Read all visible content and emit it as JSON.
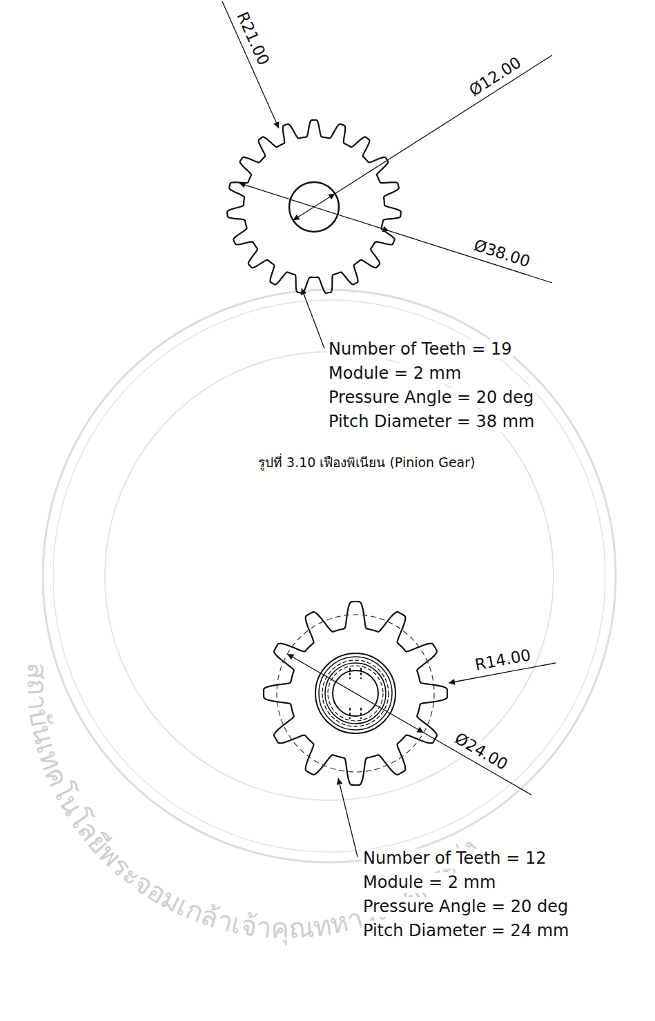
{
  "diagram": {
    "caption": "รูปที่ 3.10 เฟืองพิเนียน (Pinion Gear)",
    "labels": [
      "R21.00",
      "Ø12.00",
      "Ø38.00",
      "Number of Teeth = 19",
      "Module = 2 mm",
      "Pressure Angle = 20 deg",
      "Pitch Diameter = 38 mm",
      "R14.00",
      "Ø24.00",
      "Number of Teeth = 12",
      "Module = 2 mm",
      "Pressure Angle = 20 deg",
      "Pitch Diameter = 24 mm",
      "สถาบันเทคโนโลยีพระจอมเกล้าเจ้าคุณทหารลาดกระบัง"
    ]
  }
}
